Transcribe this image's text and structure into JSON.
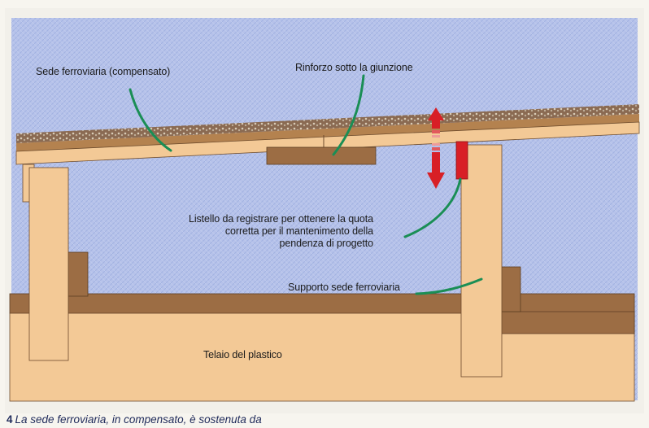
{
  "labels": {
    "sede": "Sede ferroviaria (compensato)",
    "rinforzo": "Rinforzo sotto la giunzione",
    "listello_line1": "Listello da registrare per ottenere la quota",
    "listello_line2": "corretta per il mantenimento della",
    "listello_line3": "pendenza di progetto",
    "supporto": "Supporto sede ferroviaria",
    "telaio": "Telaio del plastico"
  },
  "caption": {
    "mark": "4",
    "text": "La sede ferroviaria, in compensato, è sostenuta da"
  },
  "colors": {
    "background": "#b7c3ea",
    "wood": "#f3c996",
    "wood_dark": "#9c6d44",
    "callout_green": "#1a8e55",
    "arrow_red": "#d81f26"
  }
}
